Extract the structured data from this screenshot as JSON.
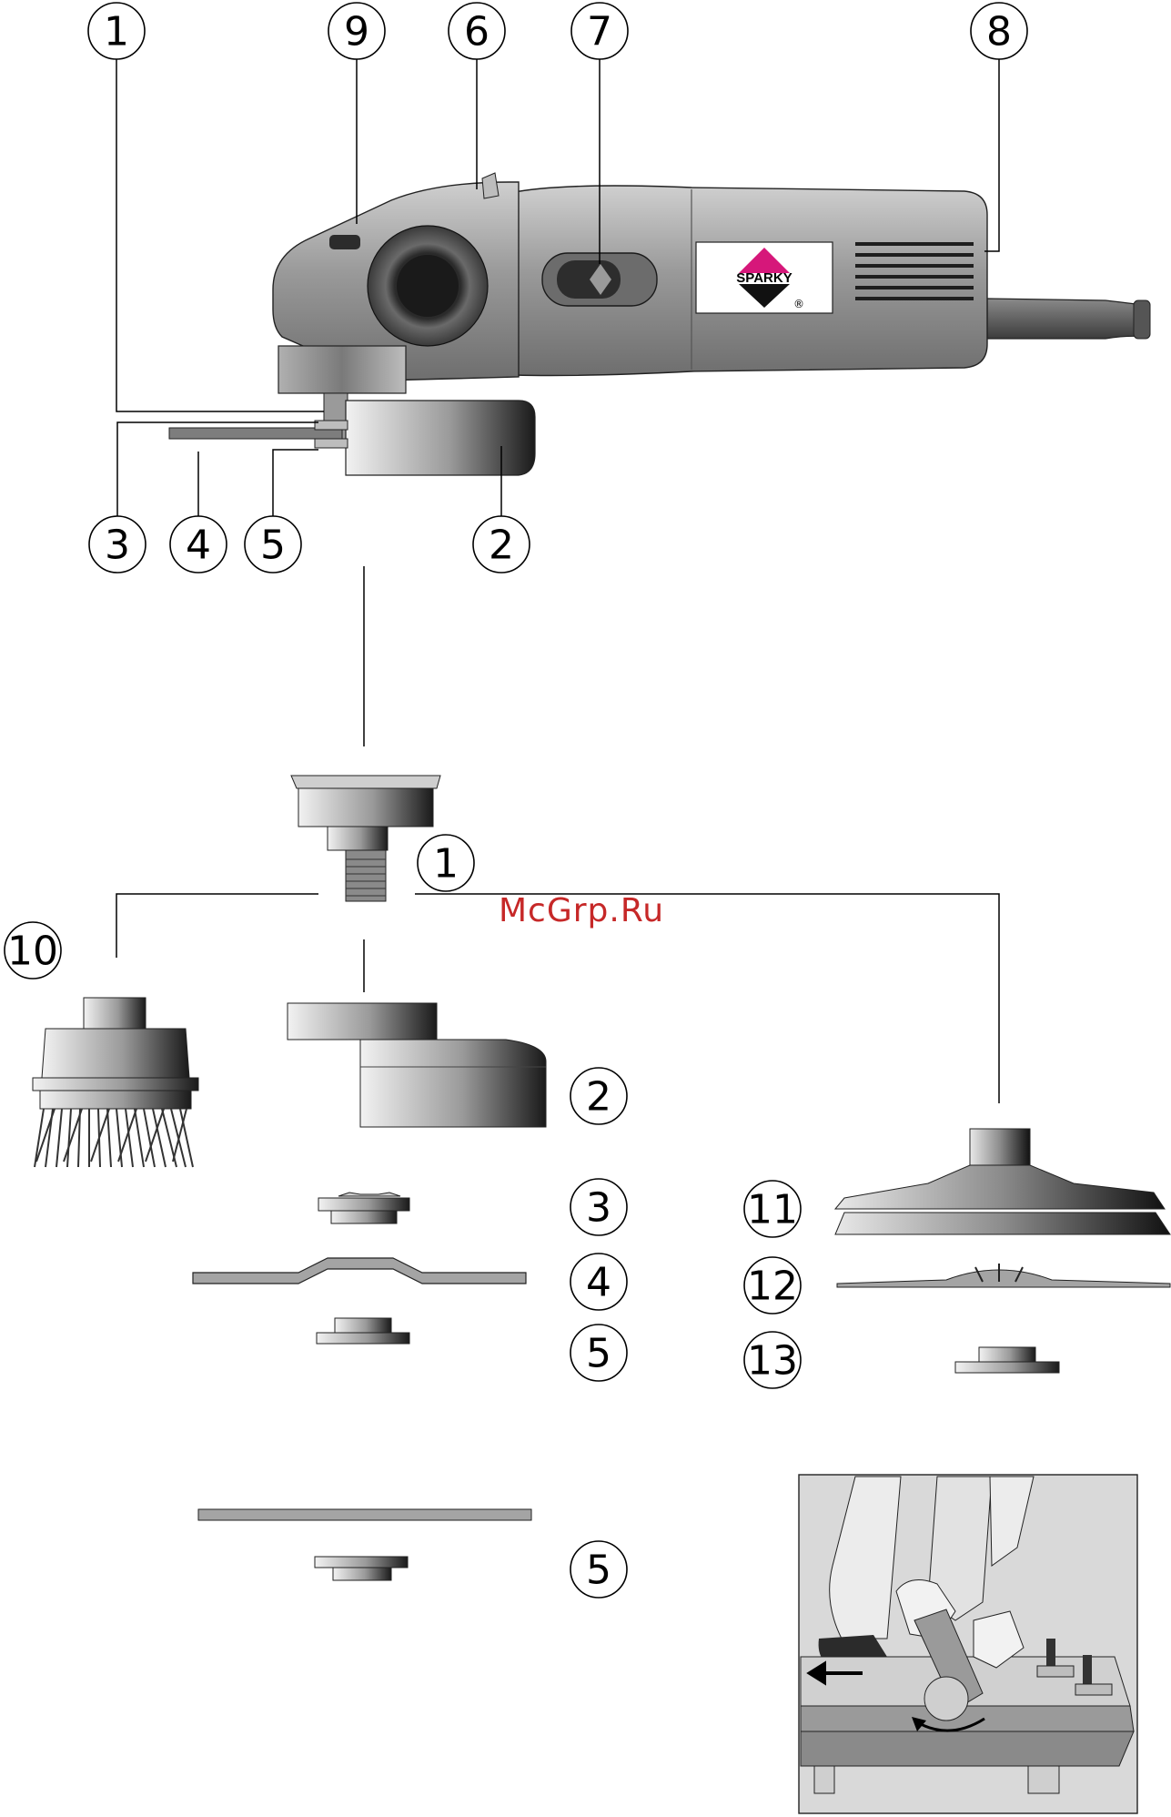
{
  "callouts": {
    "c1_top": "1",
    "c9": "9",
    "c6": "6",
    "c7": "7",
    "c8": "8",
    "c3_top": "3",
    "c4_top": "4",
    "c5_top": "5",
    "c2_top": "2",
    "c1_mid": "1",
    "c10": "10",
    "c2_mid": "2",
    "c3": "3",
    "c4": "4",
    "c5": "5",
    "c11": "11",
    "c12": "12",
    "c13": "13",
    "c5_bottom": "5"
  },
  "brand": {
    "logo_text": "SPARKY",
    "registered_mark": "®"
  },
  "watermark": "McGrp.Ru",
  "icons": {
    "tool": "angle-grinder-icon",
    "brush": "wire-cup-brush-icon",
    "pad": "backing-pad-icon",
    "scene": "cutting-scene-icon"
  },
  "colors": {
    "watermark": "#c62828",
    "logo_magenta": "#d6177a",
    "body_grey": "#9a9a9a"
  }
}
